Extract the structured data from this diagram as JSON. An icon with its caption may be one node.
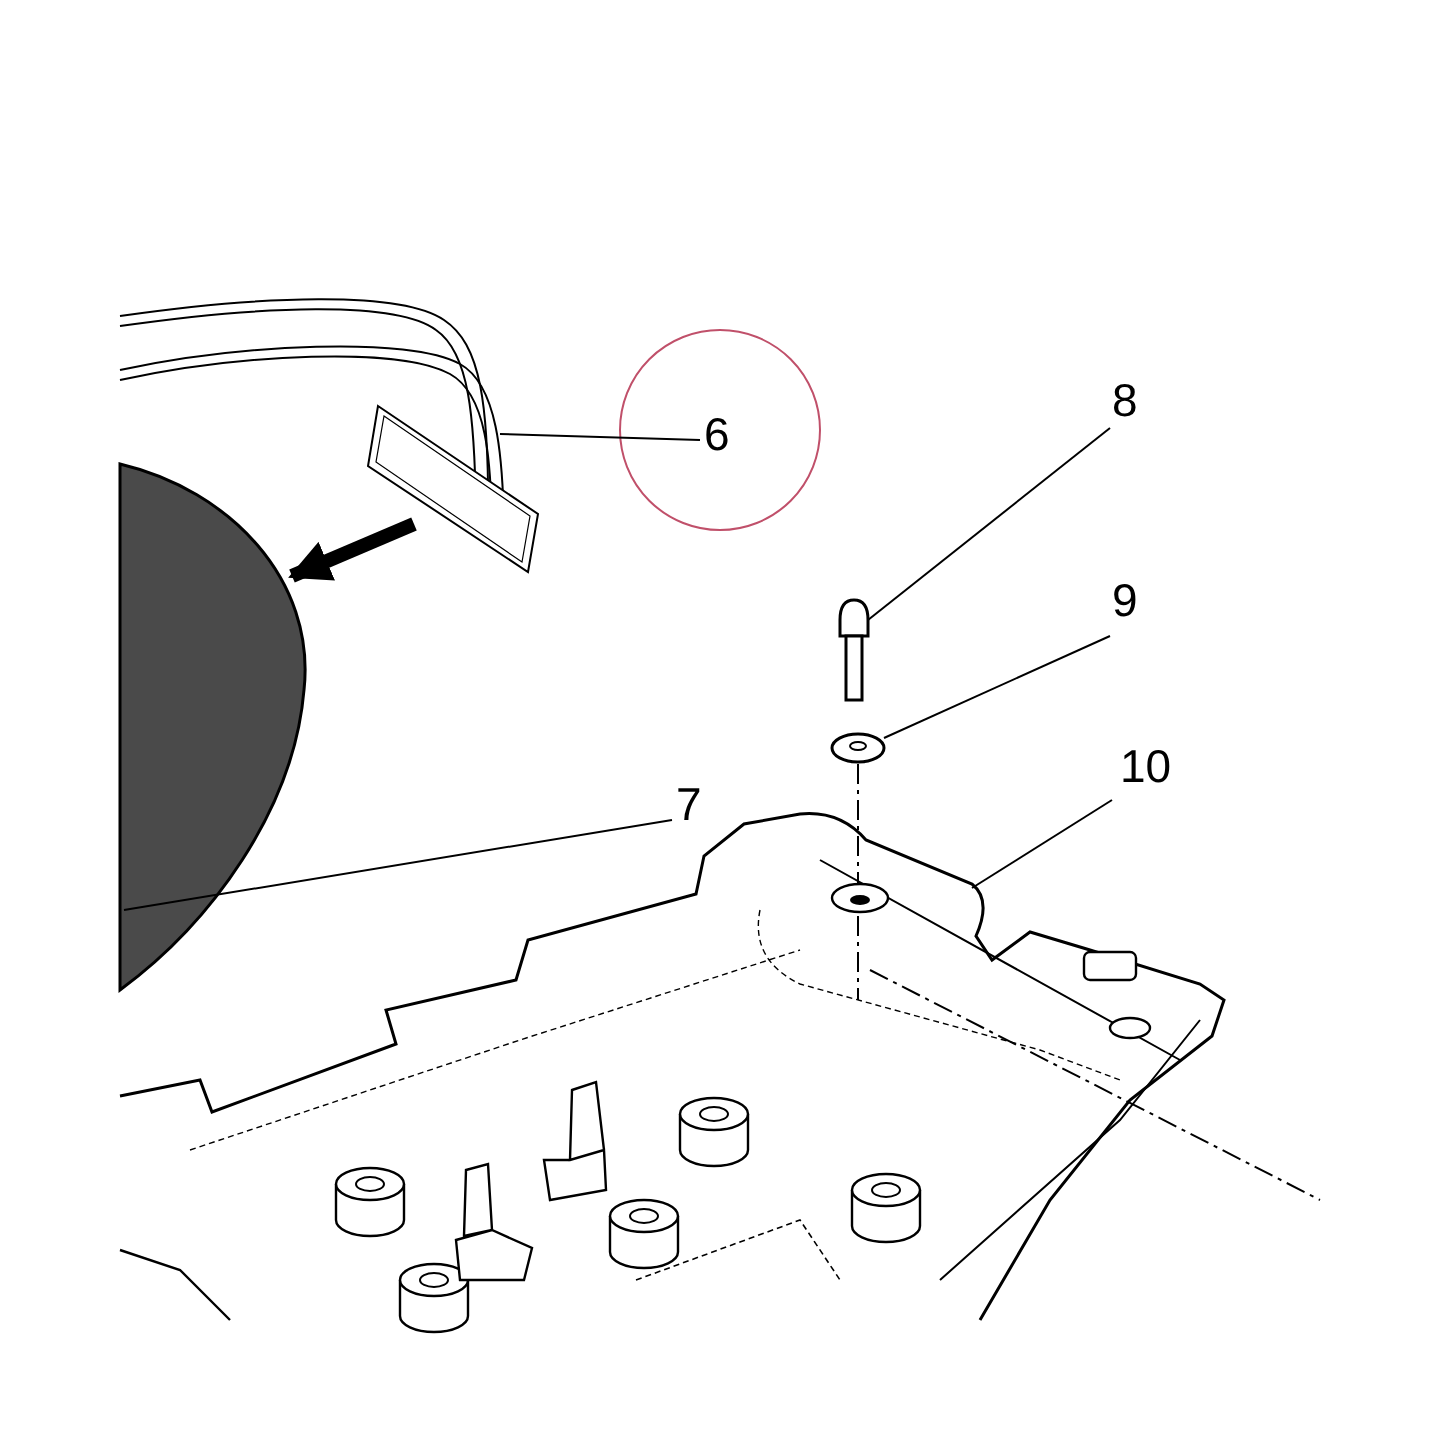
{
  "diagram": {
    "nodes": [
      {
        "text": [
          "6"
        ]
      },
      {
        "text": [],
        "shape": "picture"
      },
      {
        "text": [],
        "shape": "picture"
      },
      {
        "text": [
          "8"
        ]
      },
      {
        "text": [],
        "shape": "picture"
      },
      {
        "text": [
          "9"
        ]
      },
      {
        "text": [],
        "shape": "picture"
      },
      {
        "text": [
          "10"
        ]
      },
      {
        "text": [
          "7"
        ]
      },
      {
        "text": [],
        "shape": "picture"
      }
    ],
    "edges": [
      {
        "from": 0,
        "to": 1,
        "arrow": "none"
      },
      {
        "from": 1,
        "to": 2,
        "arrow": "to",
        "style": "thick"
      },
      {
        "from": 3,
        "to": 4,
        "arrow": "none"
      },
      {
        "from": 5,
        "to": 6,
        "arrow": "none"
      },
      {
        "from": 7,
        "to": 9,
        "arrow": "none"
      },
      {
        "from": 8,
        "to": 2,
        "arrow": "none"
      },
      {
        "from": 6,
        "to": 9,
        "arrow": "none",
        "style": "dashed"
      }
    ]
  }
}
